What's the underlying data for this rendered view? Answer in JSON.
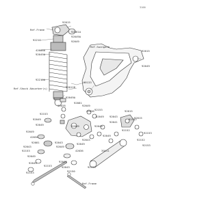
{
  "refs": [
    {
      "id": "frame-top",
      "text": "Ref.Frame"
    },
    {
      "id": "swingarm",
      "text": "Ref.Swingarm"
    },
    {
      "id": "shock-absorber",
      "text": "Ref.Shock Absorber(s)"
    },
    {
      "id": "frame-bottom",
      "text": "Ref.Frame"
    }
  ],
  "diagram_code": "3100",
  "part_labels": [
    "92015",
    "92081A",
    "92049A",
    "92049",
    "92210",
    "420080",
    "92049A",
    "92015",
    "92049",
    "92210A",
    "92049A",
    "92133",
    "920128",
    "92028",
    "92081",
    "92049",
    "42036",
    "92153",
    "92049",
    "92153",
    "92049",
    "92049",
    "92049",
    "42036",
    "92081",
    "92043",
    "92153",
    "92049",
    "92009",
    "92015",
    "92015",
    "92041",
    "92152",
    "92043",
    "92049",
    "92049",
    "39111",
    "92152",
    "92153",
    "92043",
    "92049",
    "92043",
    "92049",
    "42036",
    "92049",
    "92152",
    "92153",
    "92153",
    "92049",
    "92043",
    "92150",
    "92153",
    "92150"
  ]
}
